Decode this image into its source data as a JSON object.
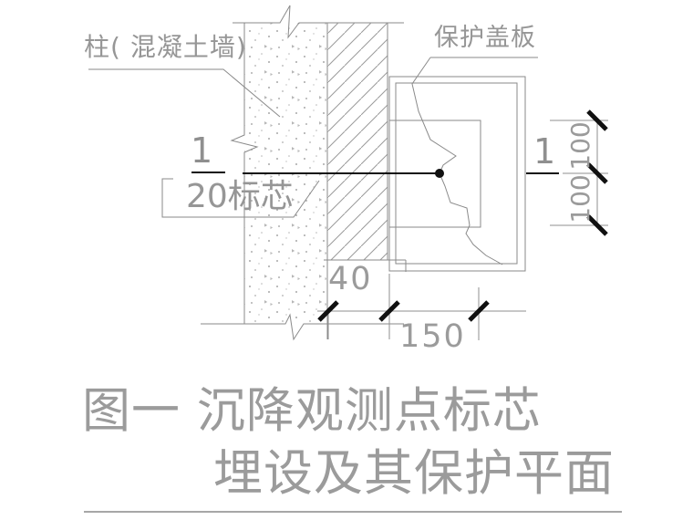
{
  "title": {
    "line1": "图一  沉降观测点标芯",
    "line2": "埋设及其保护平面"
  },
  "labels": {
    "wall": "柱( 混凝土墙)",
    "cover_plate": "保护盖板",
    "marker_core": "20标芯",
    "section_mark_left": "1",
    "section_mark_right": "1"
  },
  "dimensions": {
    "band_width": "40",
    "cover_width": "150",
    "upper_height": "100",
    "lower_height": "100"
  },
  "icons": {
    "observation_point": "filled-dot",
    "dimension_tick": "oblique-tick",
    "break_mark": "zigzag-break"
  },
  "colors": {
    "background": "#ffffff",
    "line_gray": "#8a8a8a",
    "hatch_gray": "#9a9a9a",
    "speckle_gray": "#aeaeae",
    "text_gray": "#969696",
    "dark": "#111111"
  }
}
